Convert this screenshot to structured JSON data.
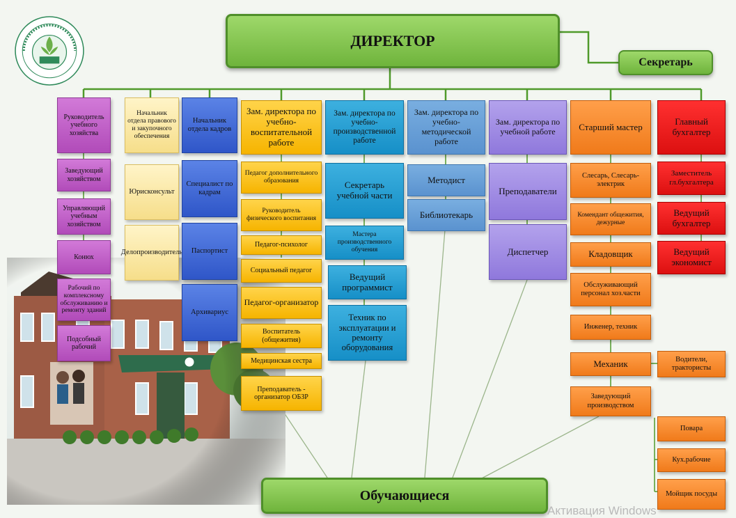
{
  "director": "ДИРЕКТОР",
  "secretary": "Секретарь",
  "students": "Обучающиеся",
  "watermark": "Активация Windows",
  "columns": {
    "c1": [
      "Руководитель учебного хозяйства",
      "Заведующий хозяйством",
      "Управляющий учебным хозяйством",
      "Конюх",
      "Рабочий по комплексному обслуживанию и ремонту зданий",
      "Подсобный рабочий"
    ],
    "c2": [
      "Начальник отдела правового и закупочного обеспечения",
      "Юрисконсульт",
      "Делопроизводитель"
    ],
    "c3": [
      "Начальник отдела кадров",
      "Специалист по кадрам",
      "Паспортист",
      "Архивариус"
    ],
    "c4": [
      "Зам. директора по учебно-воспитательной работе",
      "Педагог дополнительного образования",
      "Руководитель физического воспитания",
      "Педагог-психолог",
      "Социальный педагог",
      "Педагог-организатор",
      "Воспитатель (общежития)",
      "Медицинская сестра",
      "Преподаватель - организатор ОБЗР"
    ],
    "c5": [
      "Зам. директора по учебно-производственной работе",
      "Секретарь учебной части",
      "Мастера производственного обучения",
      "Ведущий программист",
      "Техник по эксплуатации и ремонту оборудования"
    ],
    "c6": [
      "Зам. директора по учебно-методической работе",
      "Методист",
      "Библиотекарь"
    ],
    "c7": [
      "Зам. директора по учебной работе",
      "Преподаватели",
      "Диспетчер"
    ],
    "c8": [
      "Старший мастер",
      "Слесарь, Слесарь-электрик",
      "Комендант общежития, дежурные",
      "Кладовщик",
      "Обслуживающий персонал хоз.части",
      "Инженер, техник",
      "Механик",
      "Заведующий производством"
    ],
    "c8side": [
      "Водители, трактористы",
      "Повара",
      "Кух.рабочие",
      "Мойщик посуды"
    ],
    "c9": [
      "Главный бухгалтер",
      "Заместитель гл.бухгалтера",
      "Ведущий бухгалтер",
      "Ведущий экономист"
    ]
  },
  "colors": {
    "connector": "#4f9a2a",
    "arrow_gray": "#8aa27a"
  }
}
